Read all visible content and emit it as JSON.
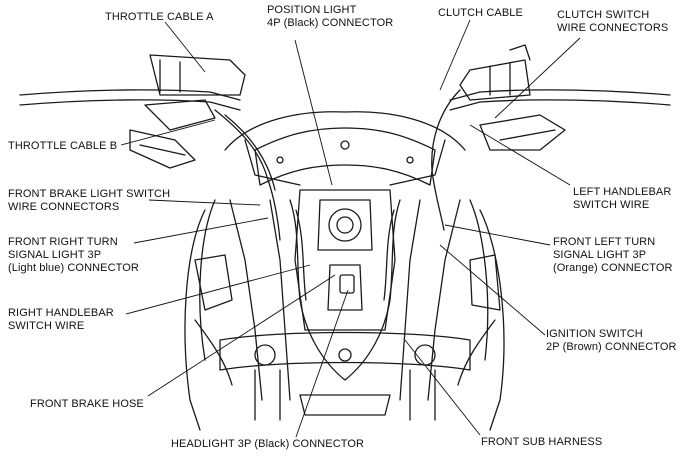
{
  "diagram": {
    "labels": {
      "throttle_cable_a": "THROTTLE CABLE A",
      "position_light": [
        "POSITION LIGHT",
        "4P (Black) CONNECTOR"
      ],
      "clutch_cable": "CLUTCH CABLE",
      "clutch_switch": [
        "CLUTCH SWITCH",
        "WIRE CONNECTORS"
      ],
      "throttle_cable_b": "THROTTLE CABLE B",
      "left_handlebar": [
        "LEFT HANDLEBAR",
        "SWITCH WIRE"
      ],
      "front_brake_light": [
        "FRONT BRAKE LIGHT SWITCH",
        "WIRE CONNECTORS"
      ],
      "front_right_turn": [
        "FRONT RIGHT TURN",
        "SIGNAL LIGHT 3P",
        "(Light blue) CONNECTOR"
      ],
      "front_left_turn": [
        "FRONT LEFT TURN",
        "SIGNAL LIGHT 3P",
        "(Orange) CONNECTOR"
      ],
      "right_handlebar": [
        "RIGHT HANDLEBAR",
        "SWITCH WIRE"
      ],
      "ignition_switch": [
        "IGNITION SWITCH",
        "2P (Brown) CONNECTOR"
      ],
      "front_brake_hose": "FRONT BRAKE HOSE",
      "headlight": "HEADLIGHT 3P (Black) CONNECTOR",
      "front_sub_harness": "FRONT SUB HARNESS"
    }
  }
}
